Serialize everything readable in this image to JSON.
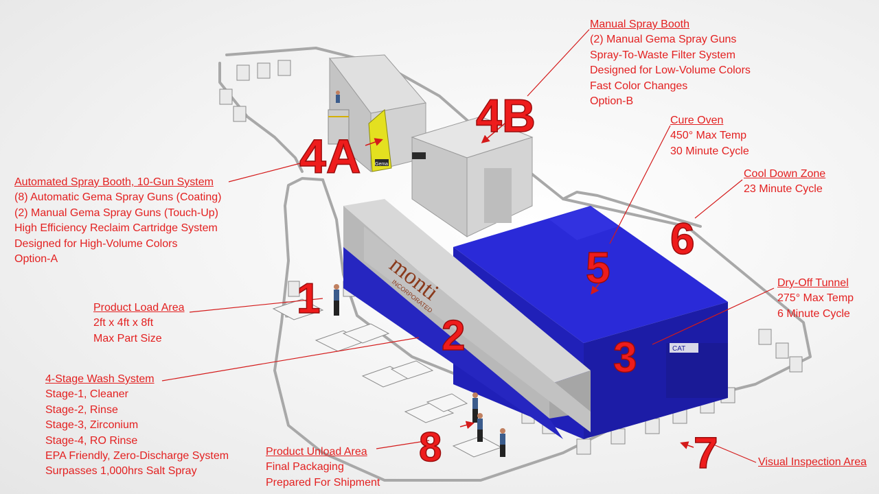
{
  "colors": {
    "annotation_red": "#e32020",
    "booth_blue": "#2424c8",
    "washer_gray": "#c9c9c9",
    "gema_yellow": "#e8e020"
  },
  "zones": [
    {
      "id": "1",
      "number": "1",
      "title": "Product Load Area",
      "lines": [
        "2ft x 4ft x 8ft",
        "Max Part Size"
      ]
    },
    {
      "id": "2",
      "number": "2",
      "title": "4-Stage Wash System",
      "lines": [
        "Stage-1, Cleaner",
        "Stage-2, Rinse",
        "Stage-3, Zirconium",
        "Stage-4, RO Rinse",
        "EPA Friendly, Zero-Discharge System",
        "Surpasses 1,000hrs Salt Spray"
      ]
    },
    {
      "id": "3",
      "number": "3",
      "title": "Dry-Off Tunnel",
      "lines": [
        "275° Max Temp",
        "6 Minute Cycle"
      ]
    },
    {
      "id": "4a",
      "number": "4A",
      "title": "Automated Spray Booth, 10-Gun System",
      "lines": [
        "(8) Automatic Gema Spray Guns (Coating)",
        "(2) Manual Gema Spray Guns (Touch-Up)",
        "High Efficiency Reclaim Cartridge System",
        "Designed for High-Volume Colors",
        "Option-A"
      ]
    },
    {
      "id": "4b",
      "number": "4B",
      "title": "Manual Spray Booth",
      "lines": [
        "(2) Manual Gema Spray Guns",
        "Spray-To-Waste Filter System",
        "Designed for Low-Volume Colors",
        "Fast Color Changes",
        "Option-B"
      ]
    },
    {
      "id": "5",
      "number": "5",
      "title": "Cure Oven",
      "lines": [
        "450° Max Temp",
        "30 Minute Cycle"
      ]
    },
    {
      "id": "6",
      "number": "6",
      "title": "Cool Down Zone",
      "lines": [
        "23 Minute Cycle"
      ]
    },
    {
      "id": "7",
      "number": "7",
      "title": "Visual Inspection Area",
      "lines": []
    },
    {
      "id": "8",
      "number": "8",
      "title": "Product Unload Area",
      "lines": [
        "Final Packaging",
        "Prepared For Shipment"
      ]
    }
  ],
  "equipment_labels": {
    "company_logo": "monti",
    "company_sub": "INCORPORATED",
    "gema_badge": "Gema",
    "cat_badge": "CAT"
  }
}
